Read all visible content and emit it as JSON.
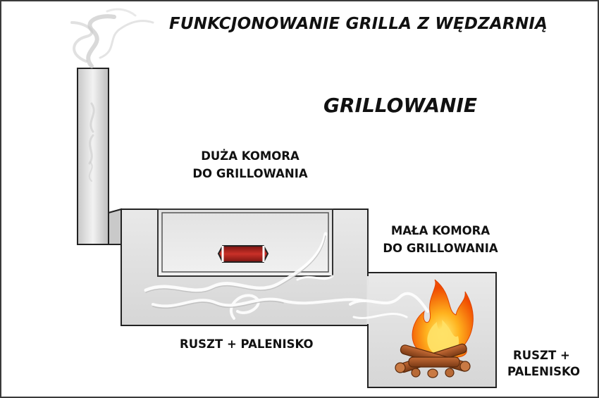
{
  "title": "FUNKCJONOWANIE GRILLA Z WĘDZARNIĄ",
  "mode": "GRILLOWANIE",
  "labels": {
    "big_chamber_line1": "DUŻA KOMORA",
    "big_chamber_line2": "DO GRILLOWANIA",
    "small_chamber_line1": "MAŁA KOMORA",
    "small_chamber_line2": "DO GRILLOWANIA",
    "grate_main": "RUSZT + PALENISKO",
    "grate_firebox_line1": "RUSZT +",
    "grate_firebox_line2": "PALENISKO"
  },
  "colors": {
    "frame": "#3a3a3a",
    "chamber_fill": "#e6e6e6",
    "food": "#b0231f",
    "flame_outer": "#ff7a00",
    "flame_inner": "#ffd23a",
    "log": "#a0522d"
  },
  "icons": [
    "smoke-icon",
    "food-grill-icon",
    "fire-icon",
    "logs-icon"
  ]
}
